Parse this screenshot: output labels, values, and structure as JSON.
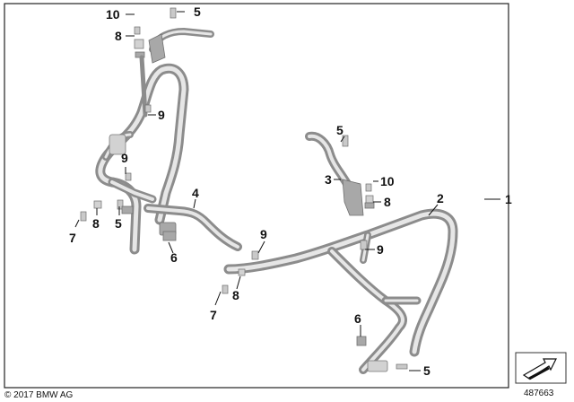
{
  "callouts": {
    "c1": "1",
    "c2": "2",
    "c3": "3",
    "c4": "4",
    "c5a": "5",
    "c5b": "5",
    "c5c": "5",
    "c5d": "5",
    "c6a": "6",
    "c6b": "6",
    "c7a": "7",
    "c7b": "7",
    "c8a": "8",
    "c8b": "8",
    "c8c": "8",
    "c8d": "8",
    "c9a": "9",
    "c9b": "9",
    "c9c": "9",
    "c9d": "9",
    "c10a": "10",
    "c10b": "10"
  },
  "footer": {
    "copyright": "© 2017 BMW AG",
    "doc_number": "487663"
  },
  "icons": {
    "navigation": "arrow-icon"
  }
}
